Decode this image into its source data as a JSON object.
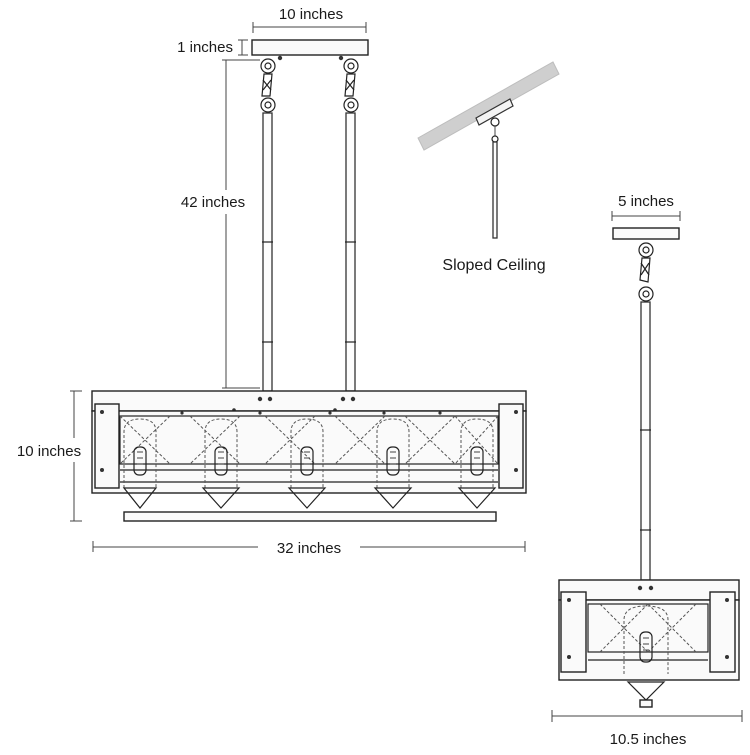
{
  "dimensions": {
    "canopy_width": "10 inches",
    "canopy_height": "1 inches",
    "rod_length": "42 inches",
    "fixture_height": "10 inches",
    "fixture_length": "32 inches",
    "side_canopy_width": "5 inches",
    "side_width": "10.5 inches"
  },
  "labels": {
    "sloped_ceiling": "Sloped Ceiling"
  },
  "colors": {
    "line": "#222222",
    "ceiling_band": "#cfcfcf",
    "background": "#ffffff"
  }
}
